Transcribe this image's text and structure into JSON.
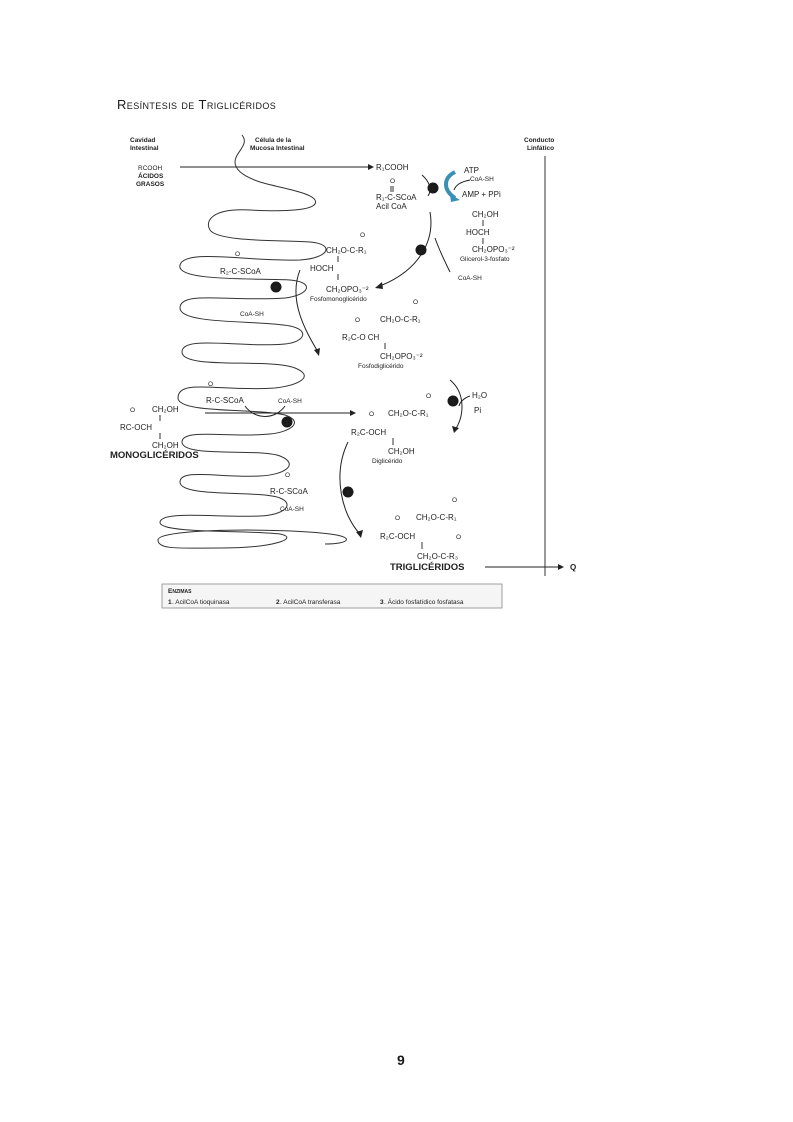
{
  "heading": "Resíntesis de Triglicéridos",
  "page_number": "9",
  "figure": {
    "headers": {
      "cavity_1": "Cavidad",
      "cavity_2": "Intestinal",
      "cell_1": "Célula de la",
      "cell_2": "Mucosa Intestinal",
      "duct_1": "Conducto",
      "duct_2": "Linfático"
    },
    "intestinal": {
      "rcooh": "RCOOH",
      "acids_1": "ÁCIDOS",
      "acids_2": "GRASOS"
    },
    "step1": {
      "r1cooh": "R₁COOH",
      "atp": "ATP",
      "coash": "CoA-SH",
      "amp": "AMP + PPi",
      "o": "O",
      "acyl": "R₁-C-SCoA",
      "acyl_name": "Acil CoA"
    },
    "glycerol3p": {
      "c1": "CH₂OH",
      "c2": "HOCH",
      "c3": "CH₂OPO₃⁻²",
      "name": "Glicerol-3-fosfato",
      "coash": "CoA-SH"
    },
    "monoglyceride_p": {
      "o": "O",
      "c1": "CH₂O-C-R₁",
      "c2": "HOCH",
      "c3": "CH₂OPO₃⁻²",
      "name": "Fosfomonoglicérido"
    },
    "r2acyl_a": {
      "o": "O",
      "text": "R₂-C-SCoA",
      "coash": "CoA-SH"
    },
    "diglyceride_p": {
      "o1": "O",
      "o2": "O",
      "c1": "CH₂O-C-R₁",
      "c2": "R₂C-O CH",
      "c3": "CH₂OPO₃⁻²",
      "name": "Fosfodiglicérido"
    },
    "step3": {
      "h2o": "H₂O",
      "pi": "Pi"
    },
    "racyl": {
      "o": "O",
      "text": "R-C-SCoA",
      "coash": "CoA-SH"
    },
    "monoglyceride": {
      "o": "O",
      "c1": "CH₂OH",
      "c2": "RC-OCH",
      "c3": "CH₂OH",
      "name": "MONOGLICÉRIDOS"
    },
    "diglyceride": {
      "o1": "O",
      "o2": "O",
      "c1": "CH₂O-C-R₁",
      "c2": "R₂C-OCH",
      "c3": "CH₂OH",
      "name": "Diglicérido"
    },
    "racyl_b": {
      "o": "O",
      "text": "R-C-SCoA",
      "coash": "CoA-SH"
    },
    "triglyceride": {
      "o1": "O",
      "o2": "O",
      "o3": "O",
      "c1": "CH₂O-C-R₁",
      "c2": "R₂C-OCH",
      "c3": "CH₂O-C-R₃",
      "name": "TRIGLICÉRIDOS",
      "q": "Q"
    },
    "badges": [
      "1",
      "2",
      "2",
      "3",
      "2",
      "2"
    ],
    "enzymes": {
      "title": "Enzimas",
      "e1_num": "1",
      "e1": ". AcilCoA tioquinasa",
      "e2_num": "2",
      "e2": ". AcilCoA transferasa",
      "e3_num": "3",
      "e3": ". Ácido fosfatídico fosfatasa"
    },
    "colors": {
      "atp_arrow": "#3a8fb7",
      "ink": "#222222"
    }
  }
}
